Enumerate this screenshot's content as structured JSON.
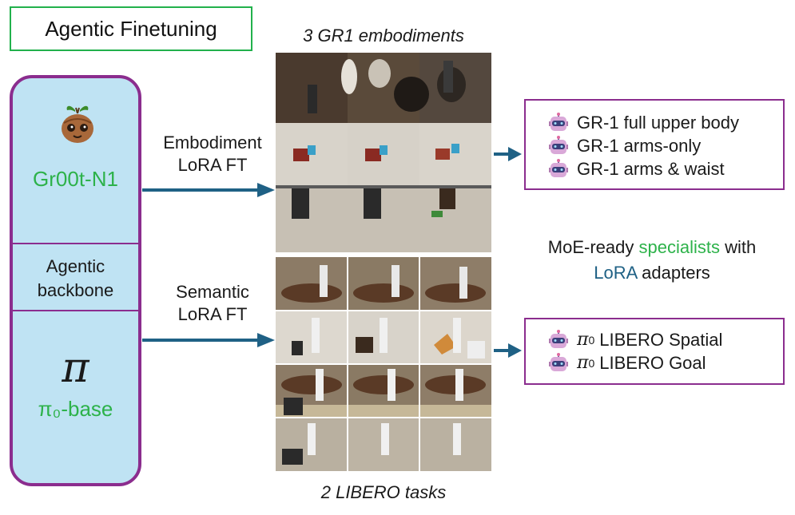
{
  "title": "Agentic Finetuning",
  "backbone": {
    "gr00t_label": "Gr00t-N1",
    "middle_label_line1": "Agentic",
    "middle_label_line2": "backbone",
    "pi_symbol": "π",
    "pi_label": "π₀-base"
  },
  "arrows": {
    "embodiment_line1": "Embodiment",
    "embodiment_line2": "LoRA FT",
    "semantic_line1": "Semantic",
    "semantic_line2": "LoRA FT"
  },
  "images": {
    "top_caption": "3 GR1 embodiments",
    "bottom_caption": "2 LIBERO tasks"
  },
  "gr1_specialists": [
    "GR-1 full upper body",
    "GR-1 arms-only",
    "GR-1 arms & waist"
  ],
  "middle_note": {
    "part1": "MoE-ready ",
    "part2": "specialists",
    "part3": " with",
    "part4": "LoRA",
    "part5": " adapters"
  },
  "libero_specialists": {
    "prefix": "π",
    "subscript": "0",
    "items": [
      "LIBERO Spatial",
      "LIBERO Goal"
    ]
  },
  "colors": {
    "accent_green": "#2db24a",
    "frame_purple": "#8b2d8e",
    "arrow_blue": "#1f6185",
    "backbone_fill": "#bfe3f3",
    "lora_blue": "#1f6185"
  },
  "icons": [
    "groot-face-icon",
    "robot-head-icon",
    "arrow-right-icon"
  ]
}
